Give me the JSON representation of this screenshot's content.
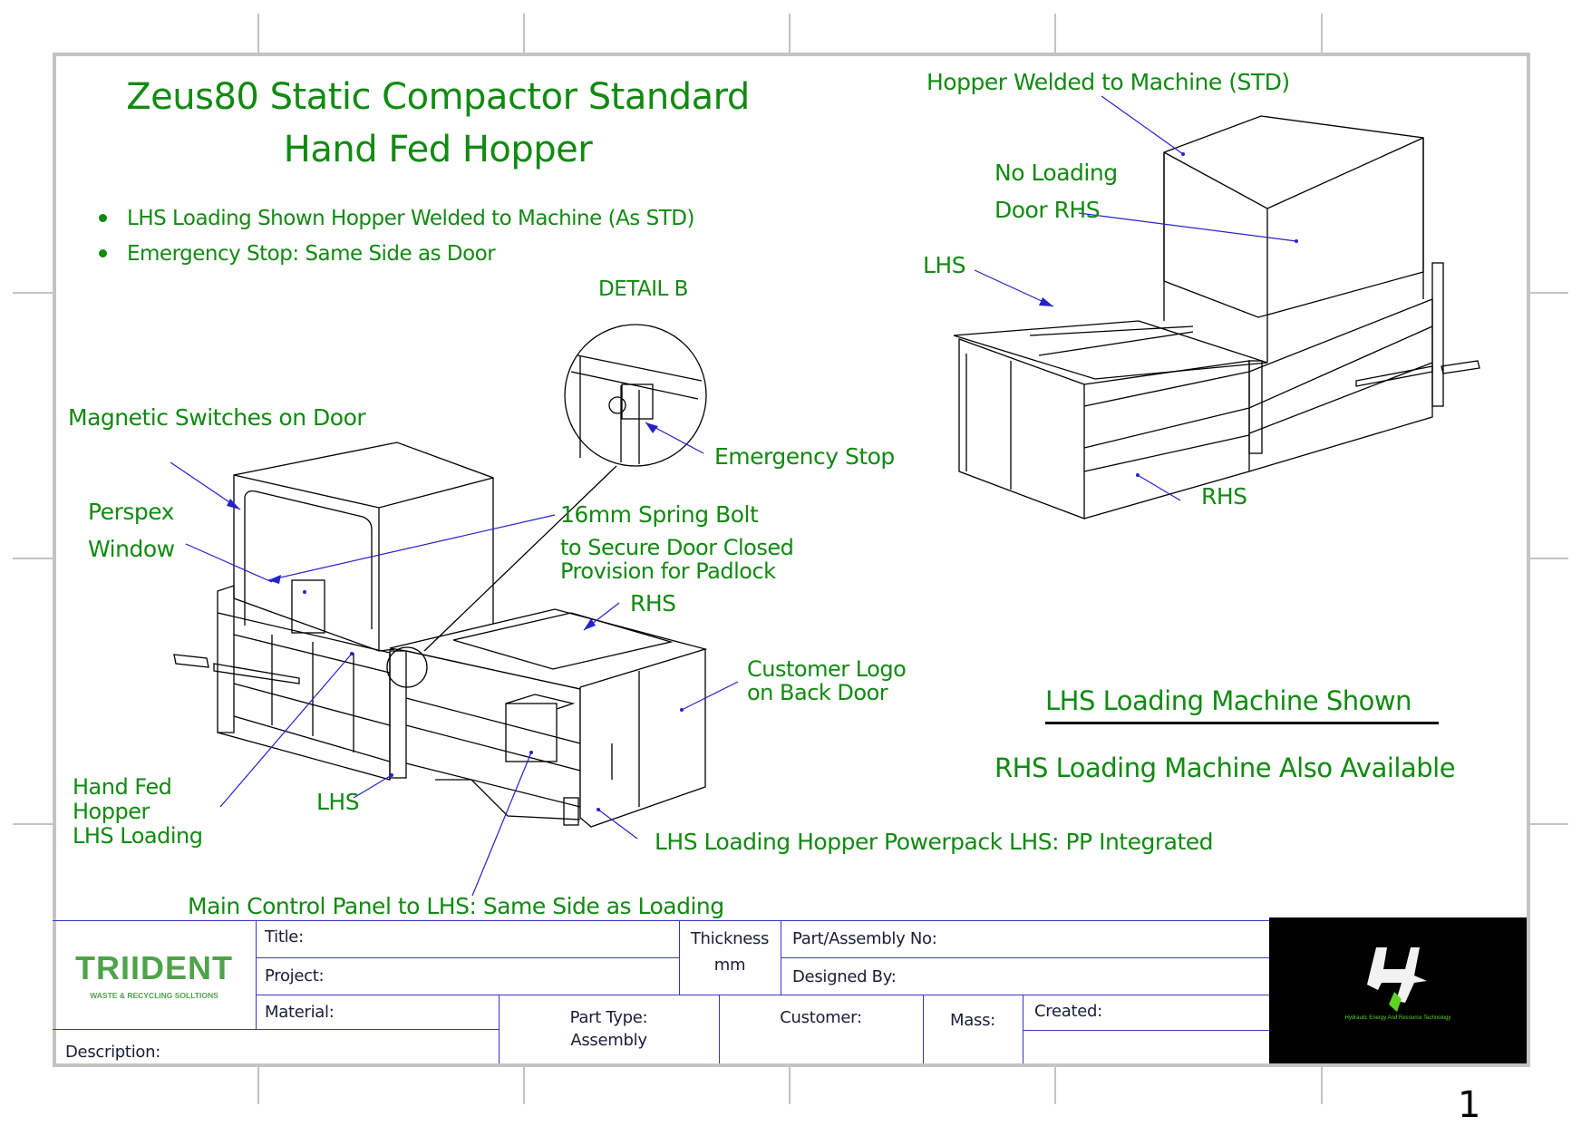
{
  "drawing": {
    "title_line1": "Zeus80 Static Compactor Standard",
    "title_line2": "Hand Fed Hopper",
    "bullets": [
      "LHS Loading Shown Hopper Welded to Machine (As STD)",
      "Emergency Stop: Same Side as Door"
    ],
    "detail_label": "DETAIL B",
    "page_number": "1"
  },
  "annotations": {
    "hopper_welded": "Hopper Welded to Machine (STD)",
    "no_loading_1": "No Loading",
    "no_loading_2": "Door RHS",
    "lhs_right_view": "LHS",
    "rhs_right_view": "RHS",
    "magnetic_switches": "Magnetic Switches on Door",
    "emergency_stop": "Emergency Stop",
    "perspex_1": "Perspex",
    "perspex_2": "Window",
    "spring_bolt_1": "16mm Spring Bolt",
    "spring_bolt_2": "to Secure Door Closed",
    "spring_bolt_3": "Provision for Padlock",
    "rhs_left_view": "RHS",
    "customer_logo_1": "Customer Logo",
    "customer_logo_2": "on Back Door",
    "lhs_machine_shown": "LHS Loading Machine Shown",
    "rhs_machine_available": "RHS Loading Machine Also Available",
    "hand_fed_1": "Hand Fed",
    "hand_fed_2": "Hopper",
    "hand_fed_3": "LHS Loading",
    "lhs_left_view": "LHS",
    "powerpack": "LHS Loading Hopper Powerpack LHS: PP Integrated",
    "control_panel": "Main Control Panel to LHS: Same Side as Loading"
  },
  "title_block": {
    "company_name": "TRIIDENT",
    "company_tagline": "WASTE & RECYCLING SOLLTIONS",
    "title_label": "Title:",
    "project_label": "Project:",
    "material_label": "Material:",
    "description_label": "Description:",
    "thickness_label": "Thickness",
    "thickness_unit": "mm",
    "part_no_label": "Part/Assembly No:",
    "designed_by_label": "Designed By:",
    "part_type_label": "Part Type:",
    "part_type_value": "Assembly",
    "customer_label": "Customer:",
    "mass_label": "Mass:",
    "created_label": "Created:",
    "partner_logo_tagline": "Hydraulic Energy And Resource Technology"
  },
  "colors": {
    "annotation_green": "#118a11",
    "leader_blue": "#2323c8",
    "frame_grey": "#c4c4c4",
    "trident_green": "#4fa34a",
    "partner_green": "#5fd321"
  }
}
